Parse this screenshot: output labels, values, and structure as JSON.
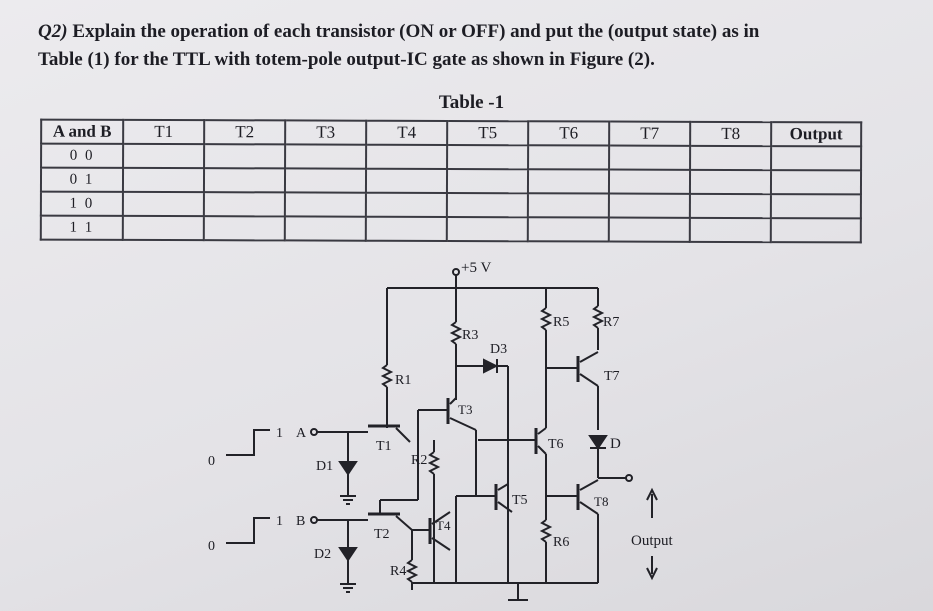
{
  "question": {
    "number": "Q2)",
    "line1": "Explain the operation of each transistor (ON or OFF) and put the (output state) as in",
    "line2": "Table (1) for the TTL with totem-pole output-IC gate as shown in Figure (2)."
  },
  "table": {
    "title": "Table -1",
    "headers": [
      "A and B",
      "T1",
      "T2",
      "T3",
      "T4",
      "T5",
      "T6",
      "T7",
      "T8",
      "Output"
    ],
    "rows": [
      "0 0",
      "0 1",
      "1 0",
      "1 1"
    ]
  },
  "circuit": {
    "supply": "+5 V",
    "input_a": {
      "high": "1",
      "low": "0",
      "label": "A"
    },
    "input_b": {
      "high": "1",
      "low": "0",
      "label": "B"
    },
    "labels": {
      "r1": "R1",
      "r2": "R2",
      "r3": "R3",
      "r4": "R4",
      "r5": "R5",
      "r6": "R6",
      "r7": "R7",
      "t1": "T1",
      "t2": "T2",
      "t3": "T3",
      "t4": "T4",
      "t5": "T5",
      "t6": "T6",
      "t7": "T7",
      "t8": "T8",
      "d1": "D1",
      "d2": "D2",
      "d3": "D3",
      "d": "D",
      "output": "Output"
    }
  }
}
